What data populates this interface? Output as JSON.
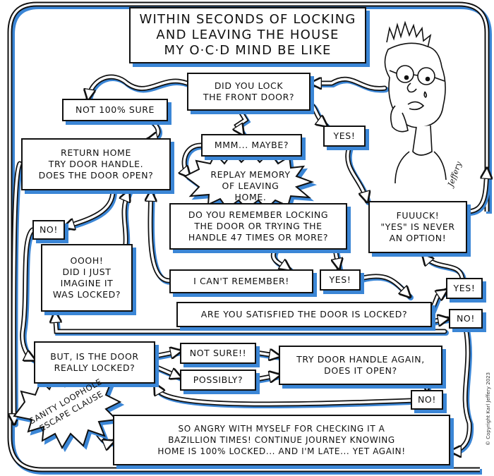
{
  "title": "WITHIN SECONDS OF LOCKING\nAND LEAVING THE HOUSE\nMY O·C·D MIND BE LIKE",
  "colors": {
    "shadow": "#3b86d6",
    "ink": "#111111",
    "paper": "#ffffff"
  },
  "nodes": {
    "did_you_lock": "DID YOU LOCK\nTHE FRONT DOOR?",
    "not_100_sure": "NOT 100% SURE",
    "return_home": "RETURN HOME\nTRY DOOR HANDLE.\nDOES THE DOOR OPEN?",
    "mmm_maybe": "MMM... MAYBE?",
    "yes_top": "YES!",
    "replay_memory": "REPLAY MEMORY\nOF LEAVING HOME.",
    "do_you_remember": "DO YOU REMEMBER LOCKING\nTHE DOOR OR TRYING THE\nHANDLE 47 TIMES OR MORE?",
    "fuuuck": "FUUUCK!\n\"YES\" IS NEVER\nAN OPTION!",
    "no_left": "NO!",
    "oooh": "OOOH!\nDID I JUST\nIMAGINE IT\nWAS LOCKED?",
    "cant_remember": "I CAN'T REMEMBER!",
    "yes_mid": "YES!",
    "yes_right": "YES!",
    "are_you_satisfied": "ARE YOU SATISFIED THE DOOR IS LOCKED?",
    "no_right": "NO!",
    "but_really": "BUT, IS THE DOOR\nREALLY LOCKED?",
    "not_sure": "NOT SURE!!",
    "possibly": "POSSIBLY?",
    "try_again": "TRY DOOR HANDLE AGAIN,\nDOES IT OPEN?",
    "no_bottom": "NO!",
    "sanity_loophole": "SANITY LOOPHOLE\nESCAPE CLAUSE",
    "so_angry": "SO ANGRY WITH MYSELF FOR CHECKING IT A\nBAZILLION TIMES! CONTINUE JOURNEY KNOWING\nHOME IS 100% LOCKED... AND I'M LATE... YET AGAIN!"
  },
  "illustration": {
    "subject": "anxious-man-with-glasses",
    "signature": "Jeffery"
  },
  "copyright": "© Copyright Karl Jeffery 2023"
}
